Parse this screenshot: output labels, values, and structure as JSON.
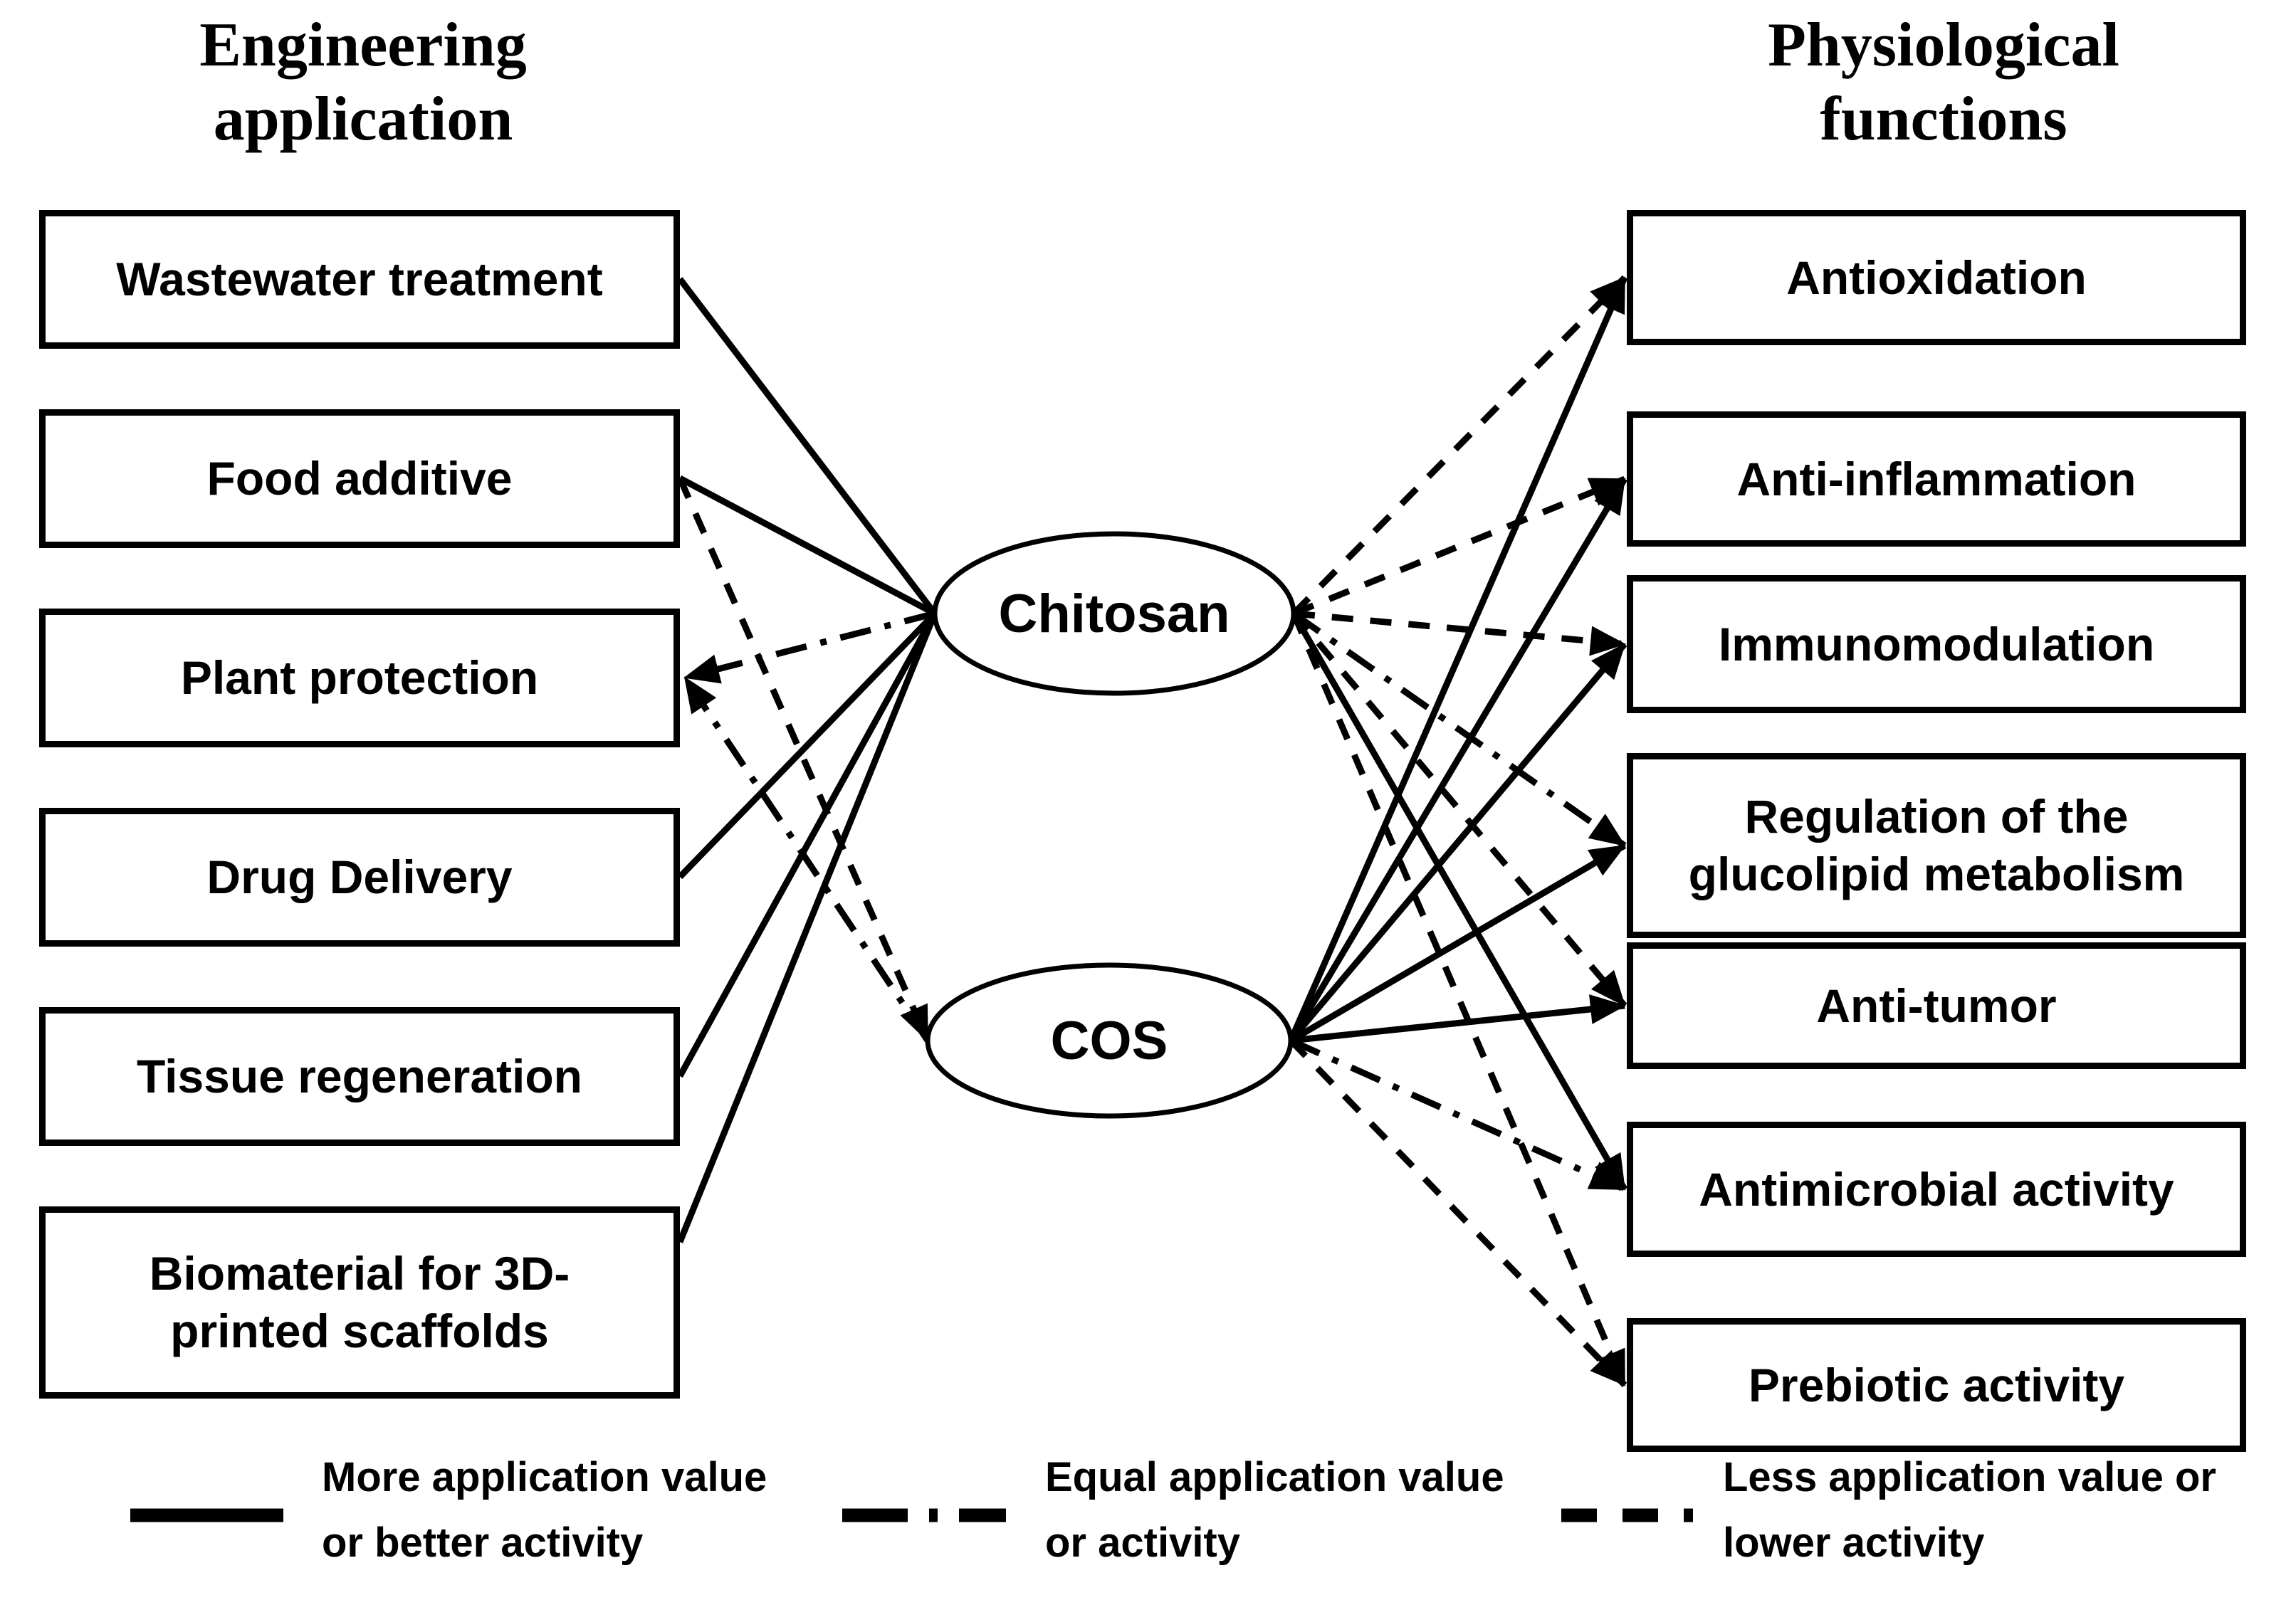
{
  "headers": {
    "left": "Engineering\napplication",
    "right": "Physiological\nfunctions"
  },
  "nodes": {
    "chitosan": {
      "label": "Chitosan"
    },
    "cos": {
      "label": "COS"
    }
  },
  "left_items": [
    {
      "id": "wastewater",
      "label": "Wastewater treatment"
    },
    {
      "id": "food",
      "label": "Food additive"
    },
    {
      "id": "plant",
      "label": "Plant protection"
    },
    {
      "id": "drug",
      "label": "Drug Delivery"
    },
    {
      "id": "tissue",
      "label": "Tissue regeneration"
    },
    {
      "id": "biomaterial",
      "label": "Biomaterial for 3D-\nprinted scaffolds"
    }
  ],
  "right_items": [
    {
      "id": "antioxidation",
      "label": "Antioxidation"
    },
    {
      "id": "antiinflammation",
      "label": "Anti-inflammation"
    },
    {
      "id": "immunomodulation",
      "label": "Immunomodulation"
    },
    {
      "id": "regulation",
      "label": "Regulation of the\nglucolipid metabolism"
    },
    {
      "id": "antitumor",
      "label": "Anti-tumor"
    },
    {
      "id": "antimicrobial",
      "label": "Antimicrobial activity"
    },
    {
      "id": "prebiotic",
      "label": "Prebiotic activity"
    }
  ],
  "legend": [
    {
      "style": "solid",
      "label": "More application value\nor better activity"
    },
    {
      "style": "dashdot",
      "label": "Equal application value\nor activity"
    },
    {
      "style": "dashed",
      "label": "Less application value or\nlower activity"
    }
  ],
  "connections": [
    {
      "from": "wastewater",
      "to": "chitosan",
      "style": "solid",
      "arrow": "none"
    },
    {
      "from": "food",
      "to": "chitosan",
      "style": "solid",
      "arrow": "none"
    },
    {
      "from": "food",
      "to": "cos",
      "style": "dashed",
      "arrow": "to"
    },
    {
      "from": "chitosan",
      "to": "plant",
      "style": "dashdot",
      "arrow": "to"
    },
    {
      "from": "cos",
      "to": "plant",
      "style": "dashdot",
      "arrow": "to"
    },
    {
      "from": "drug",
      "to": "chitosan",
      "style": "solid",
      "arrow": "none"
    },
    {
      "from": "tissue",
      "to": "chitosan",
      "style": "solid",
      "arrow": "none"
    },
    {
      "from": "biomaterial",
      "to": "chitosan",
      "style": "solid",
      "arrow": "none"
    },
    {
      "from": "chitosan",
      "to": "antioxidation",
      "style": "dashed",
      "arrow": "to"
    },
    {
      "from": "chitosan",
      "to": "antiinflammation",
      "style": "dashed",
      "arrow": "to"
    },
    {
      "from": "chitosan",
      "to": "immunomodulation",
      "style": "dashed",
      "arrow": "to"
    },
    {
      "from": "chitosan",
      "to": "regulation",
      "style": "dashdot",
      "arrow": "to"
    },
    {
      "from": "chitosan",
      "to": "antitumor",
      "style": "dashed",
      "arrow": "to"
    },
    {
      "from": "chitosan",
      "to": "antimicrobial",
      "style": "solid",
      "arrow": "to"
    },
    {
      "from": "chitosan",
      "to": "prebiotic",
      "style": "dashed",
      "arrow": "to"
    },
    {
      "from": "cos",
      "to": "antioxidation",
      "style": "solid",
      "arrow": "to"
    },
    {
      "from": "cos",
      "to": "antiinflammation",
      "style": "solid",
      "arrow": "to"
    },
    {
      "from": "cos",
      "to": "immunomodulation",
      "style": "solid",
      "arrow": "to"
    },
    {
      "from": "cos",
      "to": "regulation",
      "style": "solid",
      "arrow": "to"
    },
    {
      "from": "cos",
      "to": "antitumor",
      "style": "solid",
      "arrow": "to"
    },
    {
      "from": "cos",
      "to": "antimicrobial",
      "style": "dashdot",
      "arrow": "to"
    },
    {
      "from": "cos",
      "to": "prebiotic",
      "style": "dashed",
      "arrow": "to"
    }
  ],
  "colors": {
    "ink": "#000000",
    "background": "#ffffff"
  }
}
